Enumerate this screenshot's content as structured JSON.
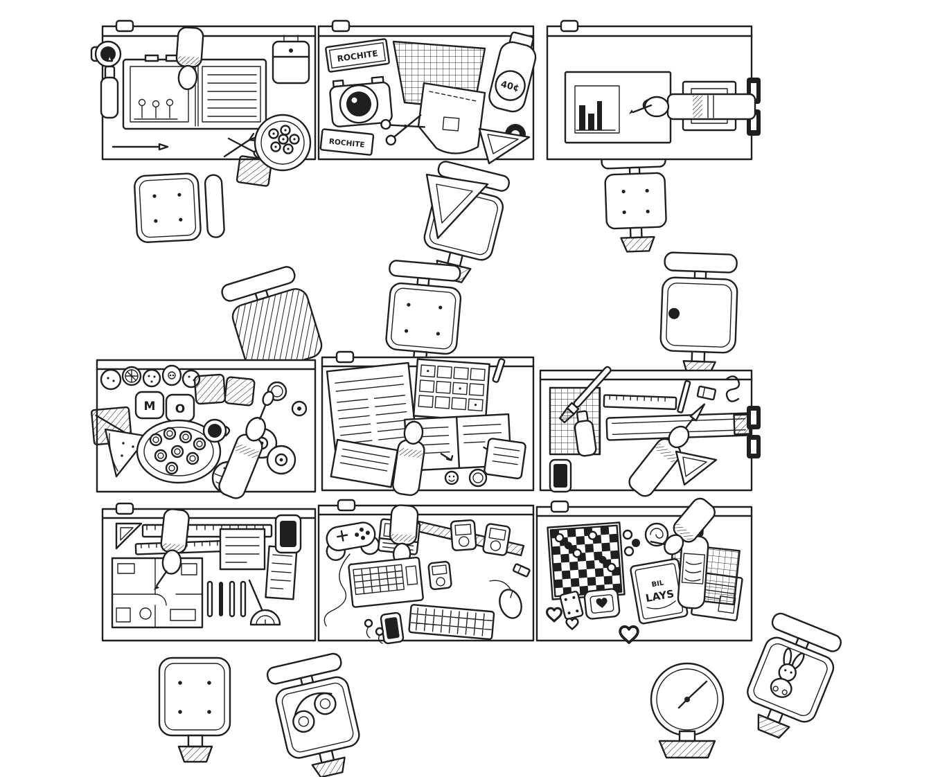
{
  "scene": {
    "background": "#ffffff",
    "ink": "#1f1f1f"
  },
  "labels": {
    "rochite": "ROCHITE",
    "jar_price": "40¢",
    "bread_m": "M",
    "bread_o": "O",
    "chips_line1": "BIL",
    "chips_line2": "LAYS"
  },
  "desks": [
    {
      "id": "desk-top-left",
      "contents": [
        "coffee-mug",
        "glue-bottle",
        "open-binder",
        "reaching-arm",
        "hanging-pouch",
        "pencil",
        "fork",
        "knife",
        "napkin",
        "snack-plate"
      ]
    },
    {
      "id": "desk-top-middle",
      "contents": [
        "rochite-box",
        "rochite-box-small",
        "camera",
        "scissors",
        "mesh-fabric",
        "shirt-pattern",
        "price-jar",
        "tape-roll",
        "set-square",
        "hanging-triangle"
      ]
    },
    {
      "id": "desk-top-right",
      "contents": [
        "drawing-board",
        "bar-sketch",
        "picture-frame",
        "reaching-arm",
        "edge-clamps"
      ]
    },
    {
      "id": "desk-middle-left",
      "contents": [
        "fruit-slices",
        "lettered-bread",
        "toast",
        "napkin",
        "watermelon-wedge",
        "veggie-platter",
        "coffee-cup",
        "fried-eggs",
        "burger",
        "jam-jar",
        "reaching-arm"
      ]
    },
    {
      "id": "desk-middle-center",
      "contents": [
        "newspaper",
        "stamp-sheet",
        "open-magazine",
        "notebook",
        "loose-pages",
        "cup",
        "badge",
        "pen",
        "reaching-arm"
      ]
    },
    {
      "id": "desk-middle-right",
      "contents": [
        "cutting-mat",
        "paint-brush",
        "ruler",
        "pencil",
        "s-hook",
        "eraser",
        "glue-bottle",
        "phone",
        "straightedge",
        "set-square",
        "knife-arm",
        "edge-clamps"
      ]
    },
    {
      "id": "desk-bottom-left",
      "contents": [
        "ruler",
        "scale-ruler",
        "set-square",
        "floor-plan",
        "drawing-arm",
        "notes",
        "memo",
        "phone",
        "pens",
        "pencil",
        "protractor"
      ]
    },
    {
      "id": "desk-bottom-middle",
      "contents": [
        "gamepad",
        "cable",
        "mini-laptop",
        "media-players",
        "bat",
        "laptop",
        "keyboard",
        "mouse",
        "phone",
        "earbuds",
        "usb-stick",
        "reaching-arm"
      ]
    },
    {
      "id": "desk-bottom-right",
      "contents": [
        "checkers-board",
        "checker-pieces",
        "cinnamon-roll",
        "pointing-arm",
        "water-bottle",
        "chips-bag",
        "plaid-cloth",
        "magazine",
        "heart-gadget",
        "domino",
        "hearts"
      ]
    }
  ],
  "chairs": [
    {
      "id": "chair-top-left",
      "features": [
        "four-buttons",
        "armrest"
      ]
    },
    {
      "id": "chair-top-middle",
      "features": [
        "set-square-on-seat"
      ]
    },
    {
      "id": "chair-top-right",
      "features": [
        "four-buttons"
      ]
    },
    {
      "id": "chair-mid-left",
      "features": [
        "striped-cushion"
      ]
    },
    {
      "id": "chair-mid-center",
      "features": [
        "four-buttons"
      ]
    },
    {
      "id": "chair-mid-right",
      "features": [
        "black-knob"
      ]
    },
    {
      "id": "chair-bottom-left",
      "features": [
        "four-buttons"
      ]
    },
    {
      "id": "chair-bottom-center",
      "features": [
        "headphones-on-seat"
      ]
    },
    {
      "id": "stool-round",
      "features": [
        "needle-dial"
      ]
    },
    {
      "id": "chair-bottom-right",
      "features": [
        "plush-bunny"
      ]
    }
  ]
}
